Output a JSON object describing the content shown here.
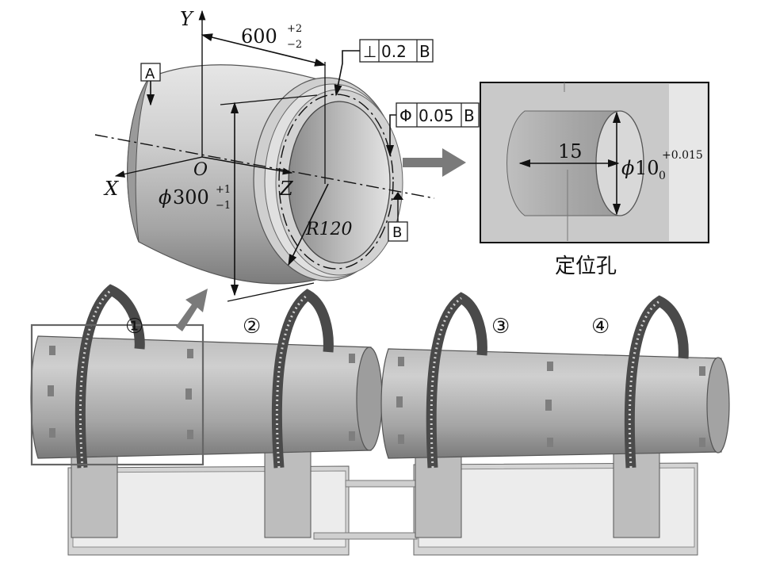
{
  "axes": {
    "y": "Y",
    "x": "X",
    "z": "Z",
    "origin": "O"
  },
  "datums": {
    "a": "A",
    "b": "B"
  },
  "dimensions": {
    "length_value": "600",
    "length_upper": "+2",
    "length_lower": "−2",
    "diameter_symbol": "ϕ",
    "diameter_value": "300",
    "diameter_upper": "+1",
    "diameter_lower": "−1",
    "radius": "R120"
  },
  "tolerances": {
    "perpendicularity_symbol": "⊥",
    "perpendicularity_value": "0.2",
    "perpendicularity_datum": "B",
    "position_symbol": "Φ",
    "position_value": "0.05",
    "position_datum": "B"
  },
  "detail": {
    "depth": "15",
    "hole_symbol": "ϕ",
    "hole_value": "10",
    "hole_lower": "0",
    "hole_upper": "+0.015",
    "caption": "定位孔"
  },
  "stations": [
    "①",
    "②",
    "③",
    "④"
  ],
  "colors": {
    "metal_light": "#d9d9d9",
    "metal_mid": "#a9a9a9",
    "metal_dark": "#6e6e6e",
    "arrow_gray": "#777777"
  }
}
